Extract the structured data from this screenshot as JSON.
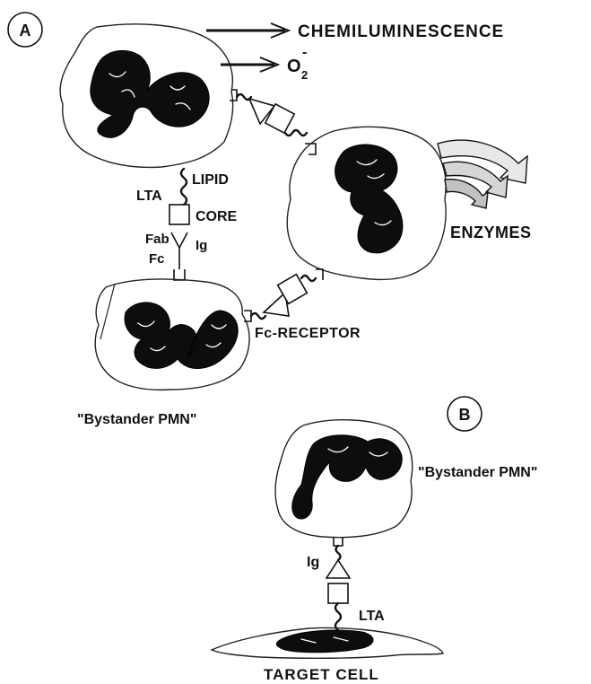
{
  "panel_a": {
    "badge": "A",
    "chemiluminescence": "CHEMILUMINESCENCE",
    "superoxide": {
      "base": "O",
      "subscript": "2",
      "superscript": "-"
    },
    "lipid": "LIPID",
    "lta": "LTA",
    "core": "CORE",
    "fab": "Fab",
    "fc": "Fc",
    "ig": "Ig",
    "enzymes": "ENZYMES",
    "fc_receptor": "Fc-RECEPTOR",
    "bystander": "\"Bystander PMN\""
  },
  "panel_b": {
    "badge": "B",
    "bystander": "\"Bystander PMN\"",
    "ig": "Ig",
    "lta": "LTA",
    "target_cell": "TARGET CELL"
  }
}
